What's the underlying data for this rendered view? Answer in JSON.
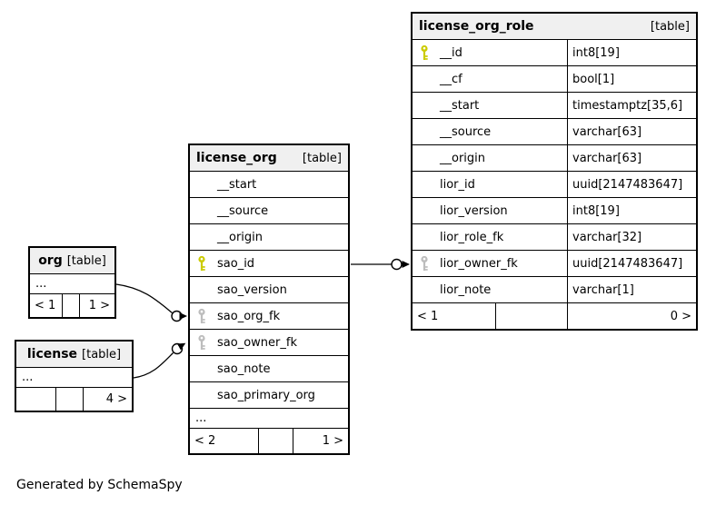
{
  "page": {
    "footer_text": "Generated by SchemaSpy"
  },
  "colors": {
    "primary_key": "#cbcb00",
    "foreign_key": "#bdbdbd",
    "header_bg": "#f0f0f0",
    "border": "#000000"
  },
  "relationships": [
    {
      "from": "license_org.sao_id",
      "to": "license_org_role.lior_owner_fk"
    },
    {
      "from": "org",
      "to": "license_org.sao_org_fk"
    },
    {
      "from": "license",
      "to": "license_org.sao_owner_fk"
    }
  ],
  "tables": {
    "license_org_role": {
      "name": "license_org_role",
      "kind": "[table]",
      "columns": [
        {
          "name": "__id",
          "type": "int8[19]",
          "key": "primary"
        },
        {
          "name": "__cf",
          "type": "bool[1]",
          "key": ""
        },
        {
          "name": "__start",
          "type": "timestamptz[35,6]",
          "key": ""
        },
        {
          "name": "__source",
          "type": "varchar[63]",
          "key": ""
        },
        {
          "name": "__origin",
          "type": "varchar[63]",
          "key": ""
        },
        {
          "name": "lior_id",
          "type": "uuid[2147483647]",
          "key": ""
        },
        {
          "name": "lior_version",
          "type": "int8[19]",
          "key": ""
        },
        {
          "name": "lior_role_fk",
          "type": "varchar[32]",
          "key": ""
        },
        {
          "name": "lior_owner_fk",
          "type": "uuid[2147483647]",
          "key": "foreign"
        },
        {
          "name": "lior_note",
          "type": "varchar[1]",
          "key": ""
        }
      ],
      "footer": [
        "< 1",
        "",
        "0 >"
      ]
    },
    "license_org": {
      "name": "license_org",
      "kind": "[table]",
      "columns": [
        {
          "name": "__start",
          "key": ""
        },
        {
          "name": "__source",
          "key": ""
        },
        {
          "name": "__origin",
          "key": ""
        },
        {
          "name": "sao_id",
          "key": "primary"
        },
        {
          "name": "sao_version",
          "key": ""
        },
        {
          "name": "sao_org_fk",
          "key": "foreign"
        },
        {
          "name": "sao_owner_fk",
          "key": "foreign"
        },
        {
          "name": "sao_note",
          "key": ""
        },
        {
          "name": "sao_primary_org",
          "key": ""
        }
      ],
      "ellipsis": "...",
      "footer": [
        "< 2",
        "",
        "1 >"
      ]
    },
    "org": {
      "name": "org",
      "kind": "[table]",
      "ellipsis": "...",
      "footer": [
        "< 1",
        "",
        "1 >"
      ]
    },
    "license": {
      "name": "license",
      "kind": "[table]",
      "ellipsis": "...",
      "footer": [
        "",
        "",
        "4 >"
      ]
    }
  }
}
